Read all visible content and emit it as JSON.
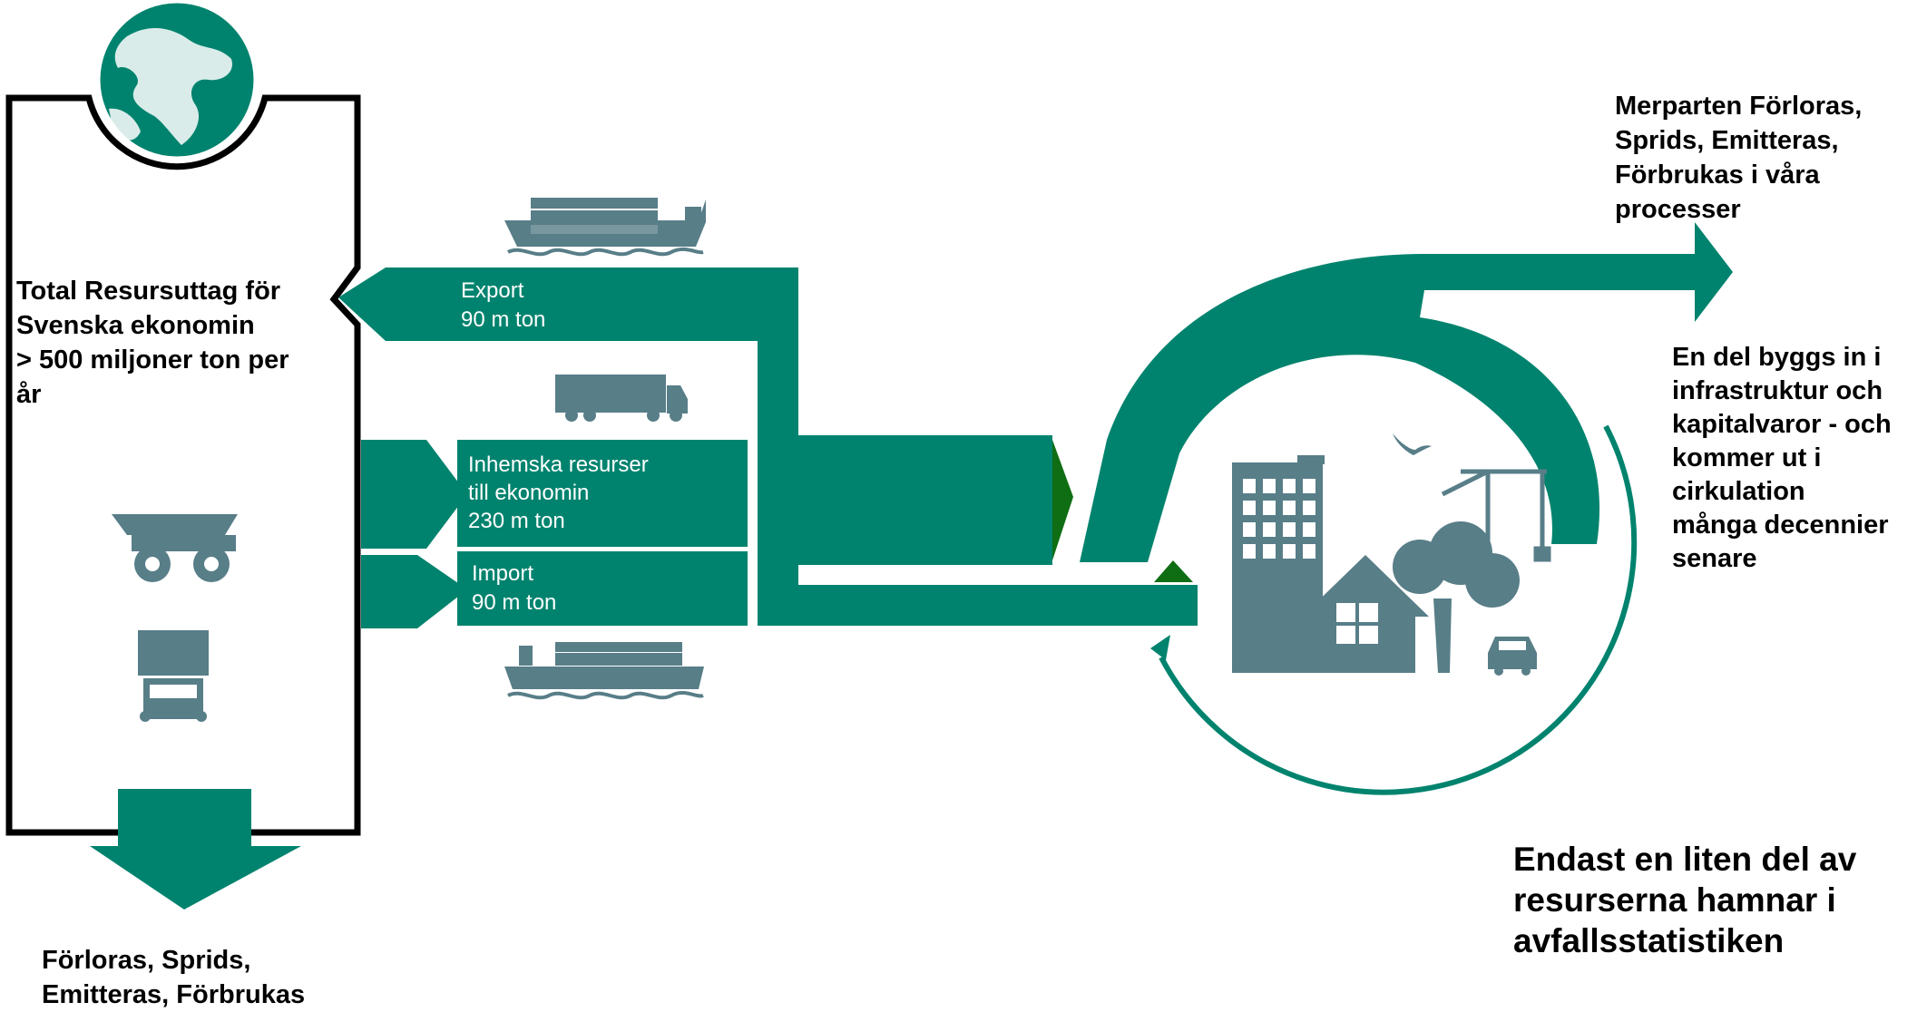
{
  "colors": {
    "flow": "#00836e",
    "icon": "#587e88",
    "dark_green": "#0f6e13",
    "ink": "#000000",
    "white": "#ffffff"
  },
  "main_box": {
    "label": "Total Resursuttag för\nSvenska ekonomin\n> 500 miljoner ton per\når",
    "icons": [
      "globe-icon",
      "mining-truck-icon",
      "log-truck-icon"
    ]
  },
  "bottom_output": {
    "label": "Förloras, Sprids,\nEmitteras, Förbrukas"
  },
  "flows": {
    "export": {
      "label": "Export\n90 m ton",
      "icon": "cargo-ship-icon"
    },
    "domestic": {
      "label": "Inhemska resurser\ntill ekonomin\n230 m ton",
      "icon": "lorry-icon"
    },
    "import": {
      "label": "Import\n90 m ton",
      "icon": "cargo-ship-icon"
    }
  },
  "outputs": {
    "top_right": "Merparten Förloras,\nSprids, Emitteras,\nFörbrukas i våra\nprocesser",
    "right": "En del byggs in i\ninfrastruktur och\nkapitalvaror - och\nkommer ut i\ncirkulation\nmånga decennier\nsenare",
    "bottom_right": "Endast en liten del av\nresurserna hamnar i\navfallsstatistiken"
  },
  "city": {
    "icons": [
      "office-building-icon",
      "house-icon",
      "tree-icon",
      "crane-icon",
      "car-icon",
      "people-icon",
      "bird-icon"
    ]
  }
}
